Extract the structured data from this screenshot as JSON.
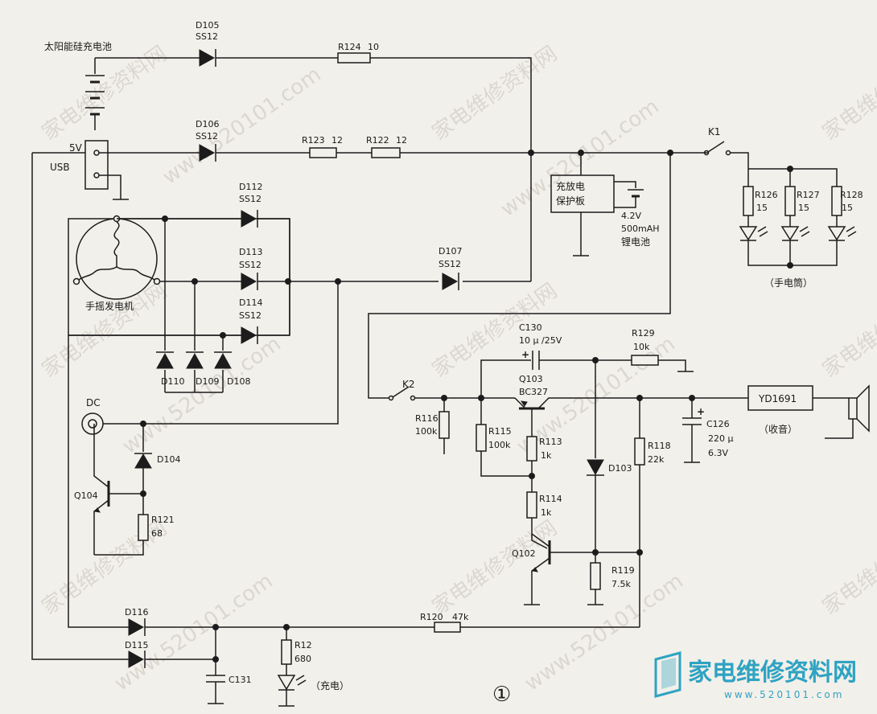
{
  "labels": {
    "solar_cell": "太阳能硅充电池",
    "usb_voltage": "5V",
    "usb": "USB",
    "generator": "手摇发电机",
    "dc": "DC",
    "board": "充放电",
    "board2": "保护板",
    "battery_v": "4.2V",
    "battery_cap": "500mAH",
    "battery_type": "锂电池",
    "k1": "K1",
    "k2": "K2",
    "flashlight": "（手电筒）",
    "radio_ic": "YD1691",
    "radio": "（收音）",
    "charge": "（充电）",
    "figure_no": "①"
  },
  "components": {
    "D105": {
      "ref": "D105",
      "val": "SS12"
    },
    "D106": {
      "ref": "D106",
      "val": "SS12"
    },
    "D112": {
      "ref": "D112",
      "val": "SS12"
    },
    "D113": {
      "ref": "D113",
      "val": "SS12"
    },
    "D114": {
      "ref": "D114",
      "val": "SS12"
    },
    "D107": {
      "ref": "D107",
      "val": "SS12"
    },
    "D110": {
      "ref": "D110"
    },
    "D109": {
      "ref": "D109"
    },
    "D108": {
      "ref": "D108"
    },
    "D104": {
      "ref": "D104"
    },
    "D103": {
      "ref": "D103"
    },
    "D116": {
      "ref": "D116"
    },
    "D115": {
      "ref": "D115"
    },
    "R124": {
      "ref": "R124",
      "val": "10"
    },
    "R123": {
      "ref": "R123",
      "val": "12"
    },
    "R122": {
      "ref": "R122",
      "val": "12"
    },
    "R126": {
      "ref": "R126",
      "val": "15"
    },
    "R127": {
      "ref": "R127",
      "val": "15"
    },
    "R128": {
      "ref": "R128",
      "val": "15"
    },
    "C130": {
      "ref": "C130",
      "val": "10 μ /25V"
    },
    "R129": {
      "ref": "R129",
      "val": "10k"
    },
    "Q103": {
      "ref": "Q103",
      "val": "BC327"
    },
    "R116": {
      "ref": "R116",
      "val": "100k"
    },
    "R115": {
      "ref": "R115",
      "val": "100k"
    },
    "R113": {
      "ref": "R113",
      "val": "1k"
    },
    "R114": {
      "ref": "R114",
      "val": "1k"
    },
    "R118": {
      "ref": "R118",
      "val": "22k"
    },
    "C126": {
      "ref": "C126",
      "val": "220 μ",
      "val2": "6.3V"
    },
    "Q104": {
      "ref": "Q104"
    },
    "R121": {
      "ref": "R121",
      "val": "68"
    },
    "Q102": {
      "ref": "Q102"
    },
    "R119": {
      "ref": "R119",
      "val": "7.5k"
    },
    "R120": {
      "ref": "R120",
      "val": "47k"
    },
    "R12": {
      "ref": "R12",
      "val": "680"
    },
    "C131": {
      "ref": "C131"
    }
  },
  "watermark": {
    "text_cn": "家电维修资料网",
    "text_url": "www.520101.com"
  },
  "logo": {
    "title": "家电维修资料网",
    "sub": "www.520101.com"
  }
}
